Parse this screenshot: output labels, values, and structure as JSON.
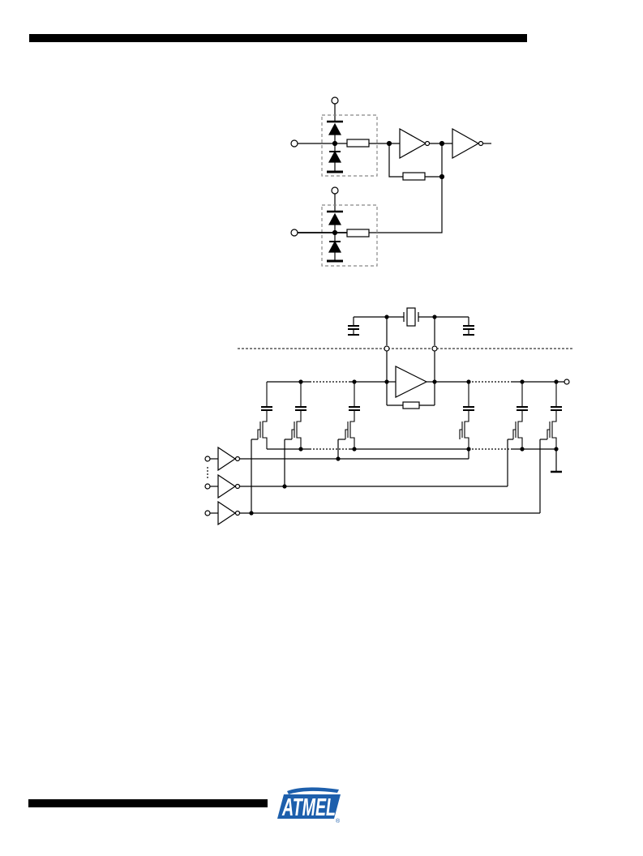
{
  "logo": {
    "text": "ATMEL",
    "registered_mark": "®",
    "brand_color": "#1d5fac"
  },
  "colors": {
    "line": "#000000",
    "dashed": "#888888",
    "background": "#ffffff"
  },
  "figures": [
    {
      "id": "input-protection",
      "elements": [
        "supply-pin",
        "ground-pin",
        "input-pin",
        "clamp-diode-pair",
        "series-resistor",
        "buffer",
        "feedback-resistor"
      ]
    },
    {
      "id": "crystal-oscillator",
      "elements": [
        "crystal",
        "load-capacitor",
        "oscillator-amplifier",
        "feedback-resistor",
        "switched-capacitor-bank",
        "control-inverter"
      ]
    }
  ]
}
